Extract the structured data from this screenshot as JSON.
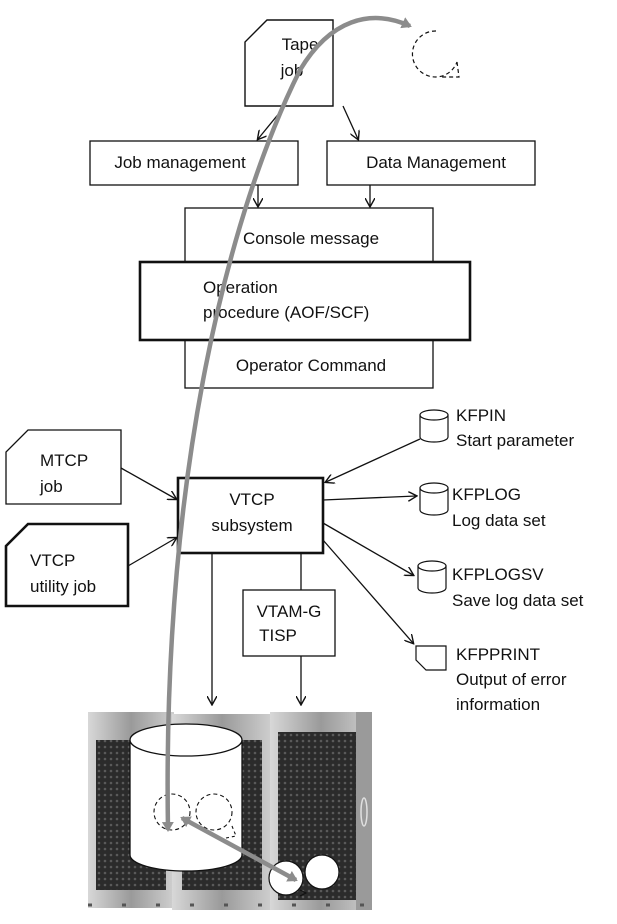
{
  "tape_job": {
    "line1": "Tape",
    "line2": "job"
  },
  "job_management": "Job management",
  "data_management": "Data Management",
  "console_message": "Console message",
  "operation_procedure": {
    "line1": "Operation",
    "line2": "procedure (AOF/SCF)"
  },
  "operator_command": "Operator Command",
  "mtcp_job": {
    "line1": "MTCP",
    "line2": "job"
  },
  "vtcp_utility_job": {
    "line1": "VTCP",
    "line2": "utility job"
  },
  "vtcp_subsystem": {
    "line1": "VTCP",
    "line2": "subsystem"
  },
  "vtam_g_tisp": {
    "line1": "VTAM-G",
    "line2": "TISP"
  },
  "datasets": {
    "kfpin": {
      "name": "KFPIN",
      "desc1": "Start parameter"
    },
    "kfplog": {
      "name": "KFPLOG",
      "desc1": "Log data set"
    },
    "kfplogsv": {
      "name": "KFPLOGSV",
      "desc1": "Save log data set"
    },
    "kfpprint": {
      "name": "KFPPRINT",
      "desc1": "Output of error",
      "desc2": "information"
    }
  },
  "colors": {
    "line": "#111111",
    "arrow_gray": "#8c8c8c",
    "rack_dark": "#3a3a3a",
    "rack_light": "#bdbdbd"
  },
  "icons": [
    "document-icon",
    "cylinder-icon",
    "tape-reel-icon",
    "storage-rack-icon"
  ]
}
